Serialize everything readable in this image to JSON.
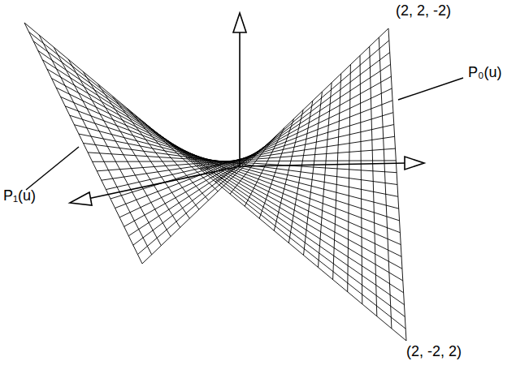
{
  "diagram": {
    "labels": [
      "(2, 2, -2)",
      "P₀(u)",
      "P₁(u)",
      "(2, -2, 2)"
    ]
  }
}
